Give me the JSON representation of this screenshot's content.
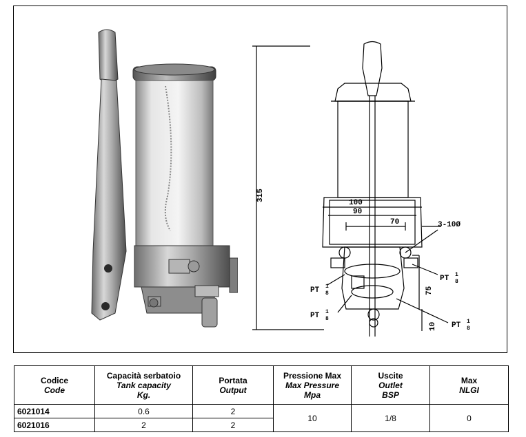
{
  "drawing": {
    "dims": {
      "overall_height": "315",
      "width_outer": "100",
      "width_inner": "90",
      "mount_spacing": "70",
      "holes": "3-10Ø",
      "lower_height": "75",
      "bottom_height": "10"
    },
    "ports": [
      {
        "prefix": "PT",
        "num": "1",
        "den": "8"
      },
      {
        "prefix": "PT",
        "num": "1",
        "den": "8"
      },
      {
        "prefix": "PT",
        "num": "1",
        "den": "8"
      },
      {
        "prefix": "PT",
        "num": "1",
        "den": "8"
      }
    ]
  },
  "table": {
    "headers": [
      {
        "it": "Codice",
        "en": "Code",
        "unit": ""
      },
      {
        "it": "Capacità serbatoio",
        "en": "Tank capacity",
        "unit": "Kg."
      },
      {
        "it": "Portata",
        "en": "Output",
        "unit": ""
      },
      {
        "it": "Pressione Max",
        "en": "Max Pressure",
        "unit": "Mpa"
      },
      {
        "it": "Uscite",
        "en": "Outlet",
        "unit": "BSP"
      },
      {
        "it": "Max",
        "en": "NLGI",
        "unit": ""
      }
    ],
    "rows": [
      {
        "code": "6021014",
        "capacity": "0.6",
        "output": "2"
      },
      {
        "code": "6021016",
        "capacity": "2",
        "output": "2"
      }
    ],
    "shared": {
      "pressure": "10",
      "outlet": "1/8",
      "nlgi": "0"
    }
  }
}
